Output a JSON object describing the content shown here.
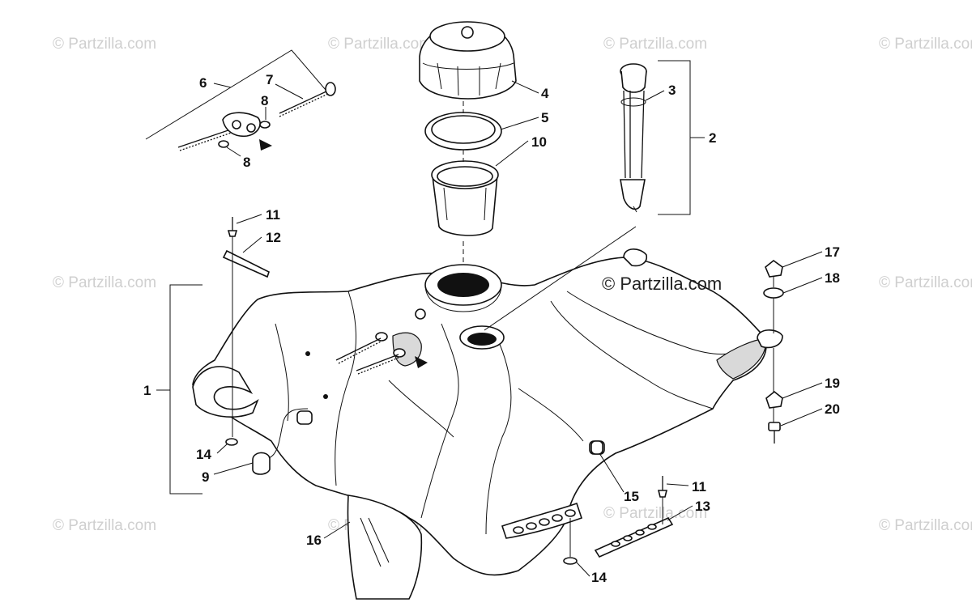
{
  "watermark": {
    "main_text": "© Partzilla.com",
    "faint_text": "© Partzilla.com"
  },
  "callouts": {
    "n1": "1",
    "n2": "2",
    "n3": "3",
    "n4": "4",
    "n5": "5",
    "n6": "6",
    "n7": "7",
    "n8a": "8",
    "n8b": "8",
    "n9": "9",
    "n10": "10",
    "n11a": "11",
    "n11b": "11",
    "n12": "12",
    "n13": "13",
    "n14a": "14",
    "n14b": "14",
    "n15": "15",
    "n16": "16",
    "n17": "17",
    "n18": "18",
    "n19": "19",
    "n20": "20"
  },
  "colors": {
    "line": "#111111",
    "watermark": "#cfcfcf",
    "shade": "#d9d9d9"
  }
}
